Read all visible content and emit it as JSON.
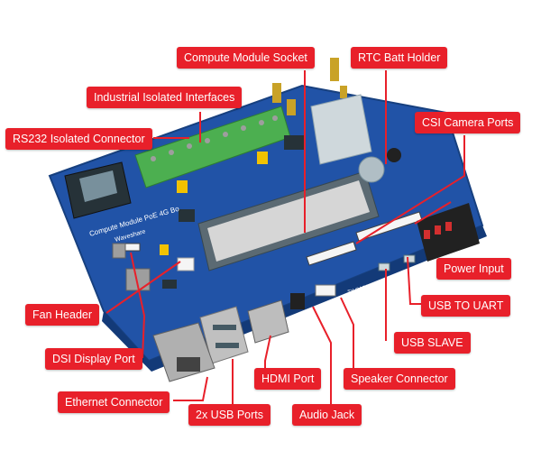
{
  "colors": {
    "label_bg": "#e8202a",
    "board": "#2153a7",
    "connector_green": "#4caf50",
    "line": "#e8202a"
  },
  "board": {
    "silk_text": "Compute Module PoE 4G Bo",
    "brand": "Waveshare",
    "port_text": "TY-CABD"
  },
  "labels": {
    "compute_module_socket": "Compute Module Socket",
    "rtc_batt_holder": "RTC Batt Holder",
    "industrial_isolated_interfaces": "Industrial Isolated Interfaces",
    "rs232_isolated_connector": "RS232 Isolated Connector",
    "csi_camera_ports": "CSI Camera Ports",
    "power_input": "Power Input",
    "fan_header": "Fan Header",
    "usb_to_uart": "USB TO UART",
    "usb_slave": "USB SLAVE",
    "dsi_display_port": "DSI Display Port",
    "hdmi_port": "HDMI Port",
    "speaker_connector": "Speaker Connector",
    "ethernet_connector": "Ethernet Connector",
    "usb_ports_2x": "2x USB Ports",
    "audio_jack": "Audio Jack"
  }
}
